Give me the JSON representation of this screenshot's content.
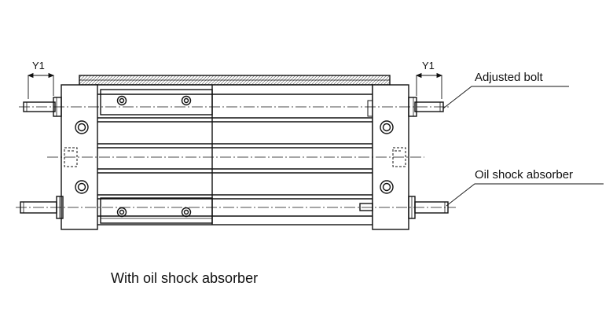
{
  "labels": {
    "y1_left": "Y1",
    "y1_right": "Y1",
    "adjusted_bolt": "Adjusted bolt",
    "oil_shock_absorber": "Oil shock absorber"
  },
  "caption": "With oil shock absorber"
}
